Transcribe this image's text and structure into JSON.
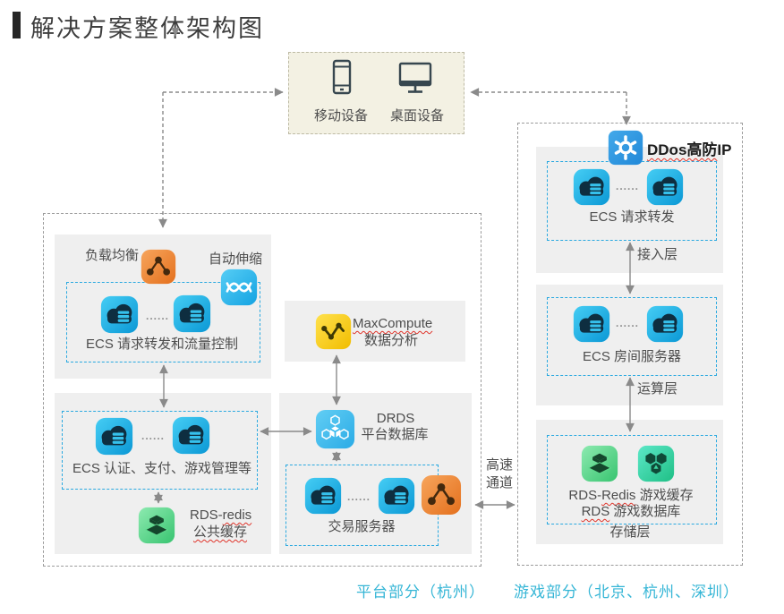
{
  "title": "解决方案整体架构图",
  "dots": "......",
  "devices": {
    "mobile": "移动设备",
    "desktop": "桌面设备"
  },
  "platform": {
    "caption": "平台部分（杭州）",
    "load_balancer": "负载均衡",
    "auto_scaling": "自动伸缩",
    "ecs_forward": "ECS 请求转发和流量控制",
    "ecs_auth": "ECS 认证、支付、游戏管理等",
    "redis_prefix": "RDS-",
    "redis_wavy": "redis",
    "redis_line2": "公共缓存",
    "maxcompute": "MaxCompute",
    "maxcompute_line2": "数据分析",
    "drds": "DRDS",
    "drds_line2": "平台数据库",
    "trade": "交易服务器"
  },
  "channel": {
    "line1": "高速",
    "line2": "通道"
  },
  "game": {
    "caption": "游戏部分（北京、杭州、深圳）",
    "ddos_wavy": "DDos高防",
    "ddos_rest": "IP",
    "access_ecs": "ECS 请求转发",
    "access_layer": "接入层",
    "compute_ecs": "ECS 房间服务器",
    "compute_layer": "运算层",
    "storage_prefix": "RDS-",
    "storage_wavy": "Redis",
    "storage_rest": " 游戏缓存",
    "storage2_wavy": "RDS",
    "storage2_rest": " 游戏数据库",
    "storage_layer": "存储层"
  },
  "icons": {
    "mobile": "phone-icon",
    "desktop": "monitor-icon",
    "ecs": "cloud-server-icon",
    "slb": "load-balancer-icon",
    "ess": "auto-scaling-wave-icon",
    "maxcompute": "chart-line-icon",
    "drds": "hexagon-cluster-icon",
    "redis": "cache-layers-icon",
    "rds": "hexagon-db-icon",
    "ddos": "gear-shield-icon"
  },
  "colors": {
    "cyan_dash": "#2aa9e0",
    "caption": "#36b6d6",
    "panel": "#efefef",
    "device_panel": "#f3f1e3",
    "arrow": "#8a8a8a",
    "squiggle": "#e0342b"
  }
}
